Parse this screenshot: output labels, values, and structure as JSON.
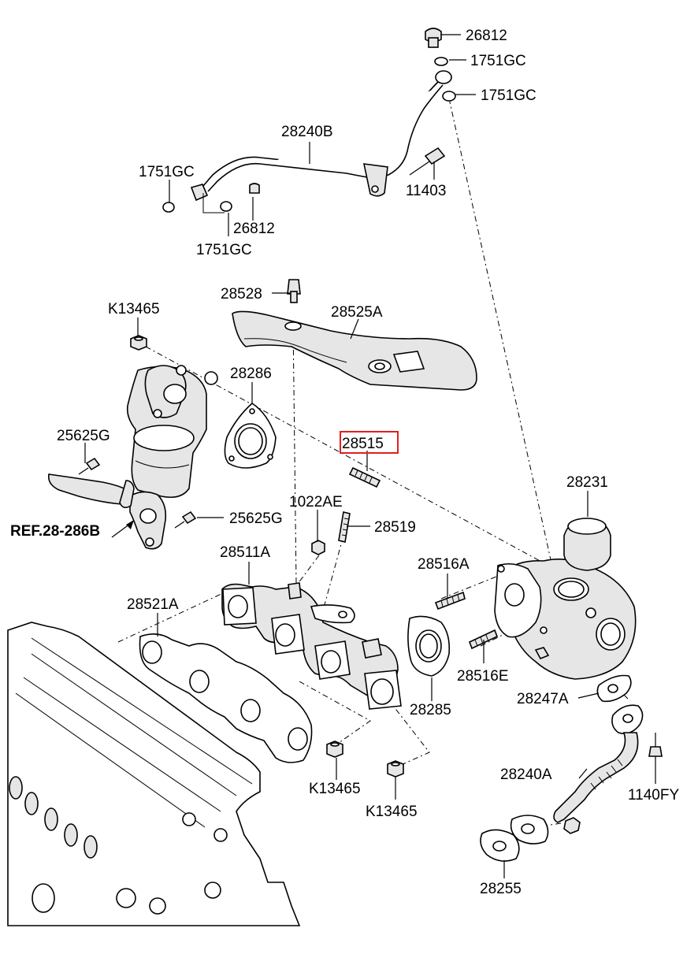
{
  "diagram": {
    "highlight_color": "#e02020",
    "labels": {
      "l_26812_top": "26812",
      "l_1751gc_a": "1751GC",
      "l_1751gc_b": "1751GC",
      "l_28240b": "28240B",
      "l_1751gc_c": "1751GC",
      "l_11403": "11403",
      "l_26812_mid": "26812",
      "l_1751gc_d": "1751GC",
      "l_28528": "28528",
      "l_28525a": "28525A",
      "l_k13465_top": "K13465",
      "l_28286": "28286",
      "l_25625g_a": "25625G",
      "l_28515": "28515",
      "l_28231": "28231",
      "l_1022ae": "1022AE",
      "l_25625g_b": "25625G",
      "l_ref": "REF.28-286B",
      "l_28519": "28519",
      "l_28511a": "28511A",
      "l_28516a": "28516A",
      "l_28521a": "28521A",
      "l_28516e": "28516E",
      "l_28247a": "28247A",
      "l_28285": "28285",
      "l_28240a": "28240A",
      "l_k13465_b": "K13465",
      "l_k13465_c": "K13465",
      "l_1140fy": "1140FY",
      "l_28255": "28255"
    }
  }
}
